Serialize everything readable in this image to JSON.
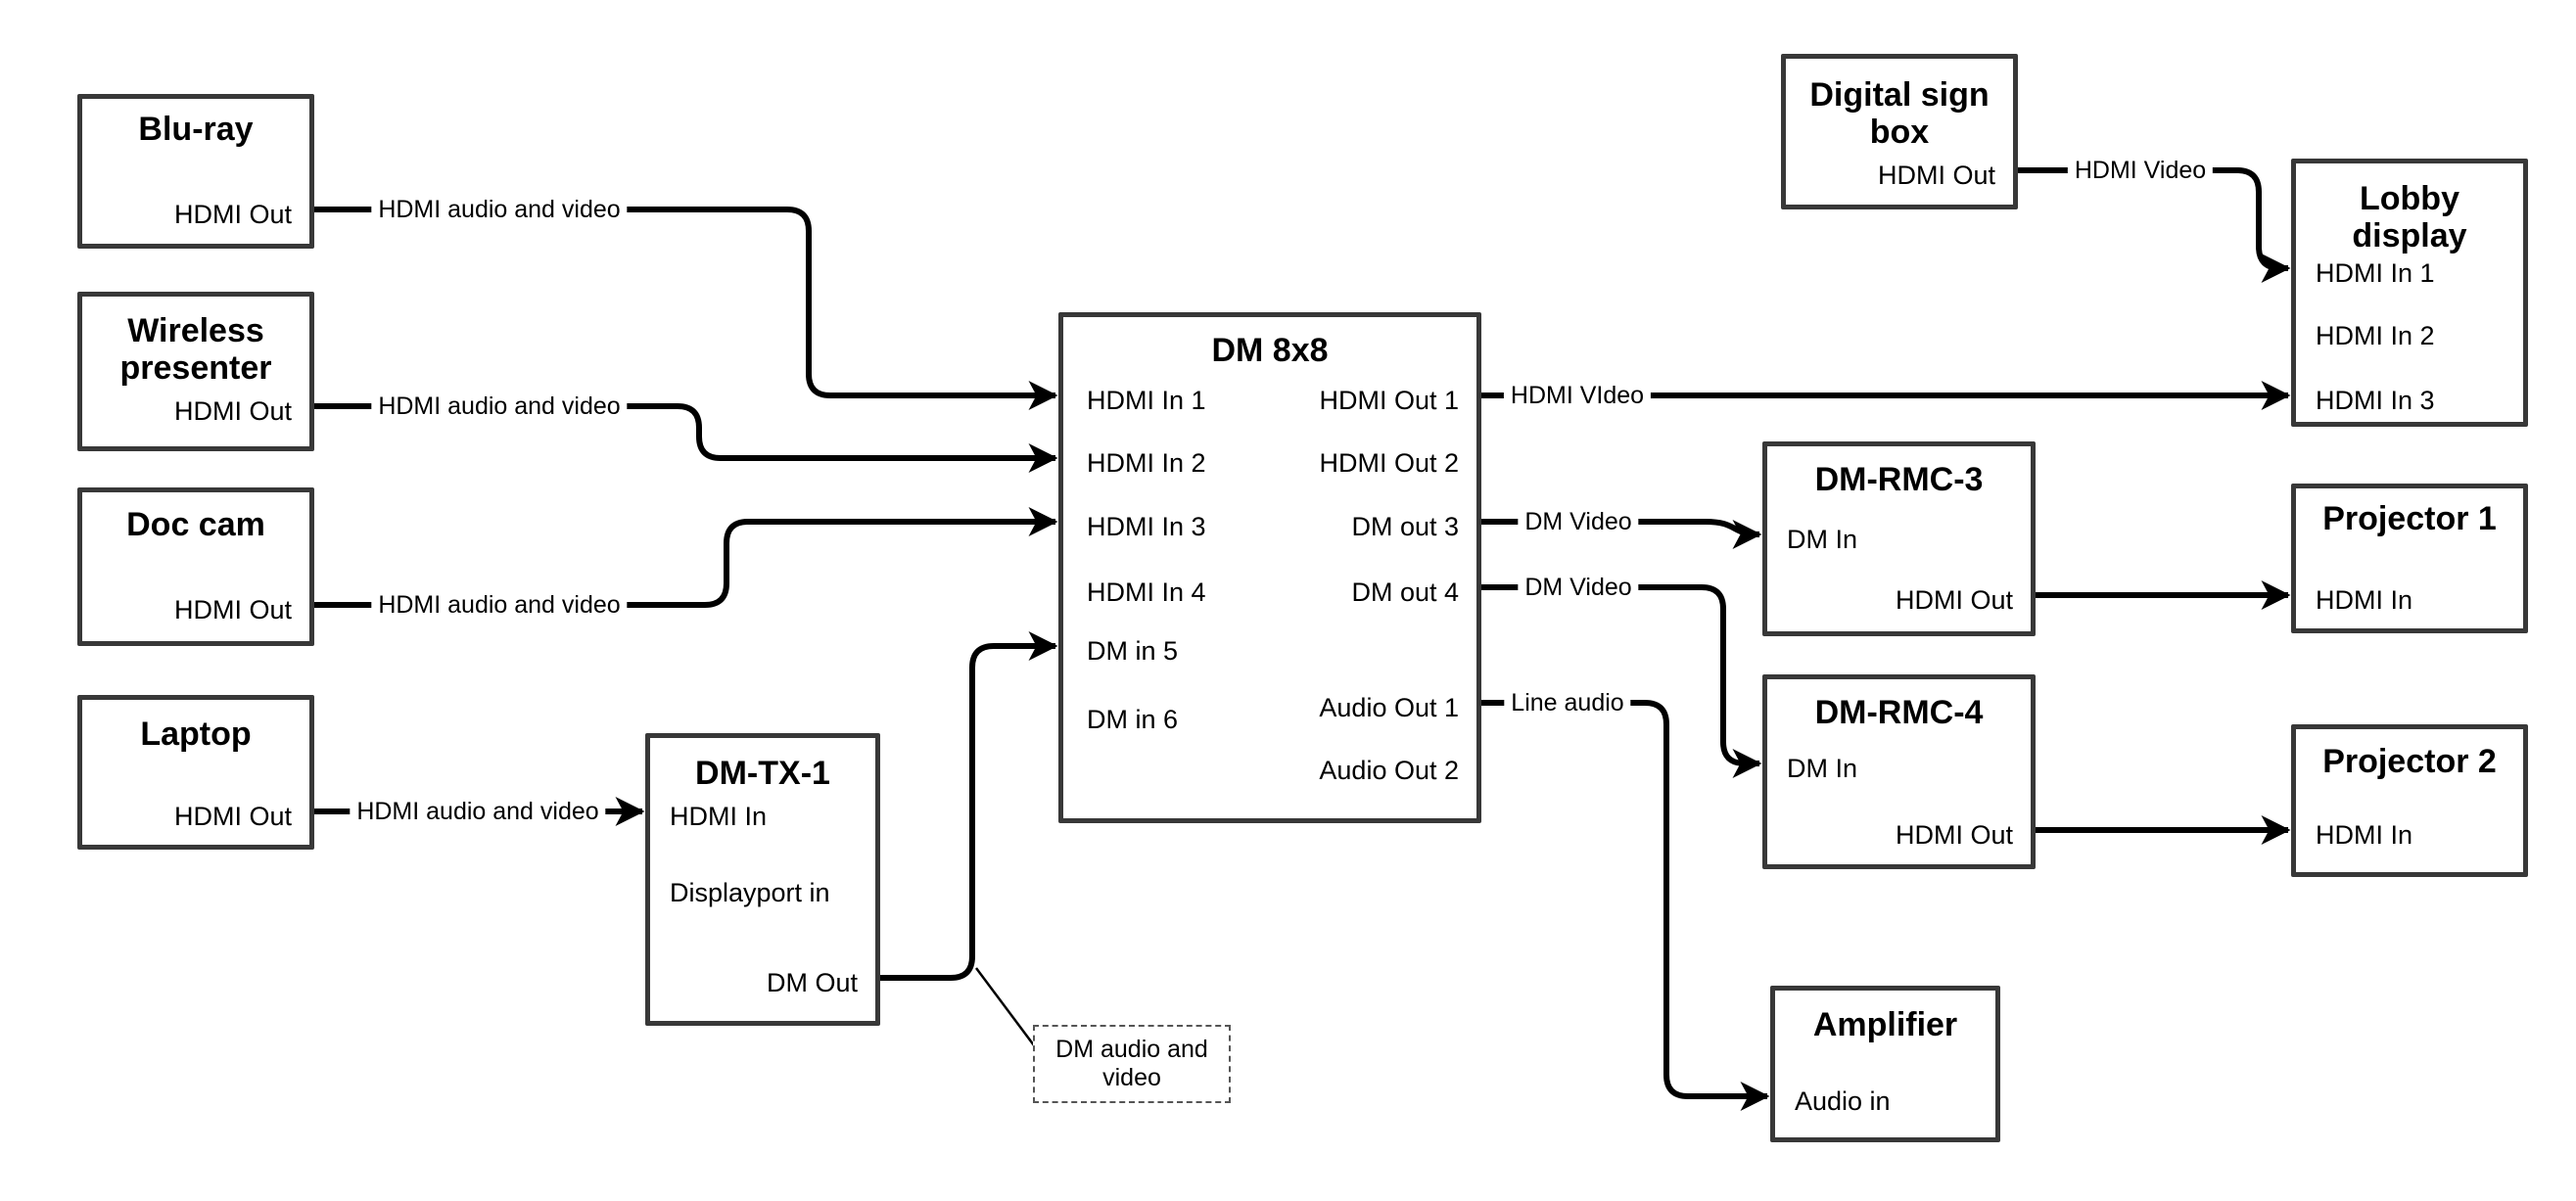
{
  "diagram": {
    "nodes": {
      "bluray": {
        "title": "Blu-ray",
        "port_hdmi_out": "HDMI Out"
      },
      "wireless": {
        "title": "Wireless presenter",
        "port_hdmi_out": "HDMI Out"
      },
      "doccam": {
        "title": "Doc cam",
        "port_hdmi_out": "HDMI Out"
      },
      "laptop": {
        "title": "Laptop",
        "port_hdmi_out": "HDMI Out"
      },
      "dmtx1": {
        "title": "DM-TX-1",
        "port_hdmi_in": "HDMI In",
        "port_dp_in": "Displayport in",
        "port_dm_out": "DM Out"
      },
      "dm8x8": {
        "title": "DM 8x8",
        "ports_left": [
          "HDMI In 1",
          "HDMI In 2",
          "HDMI In 3",
          "HDMI In 4",
          "DM in 5",
          "DM in 6"
        ],
        "ports_right": [
          "HDMI Out 1",
          "HDMI Out 2",
          "DM out 3",
          "DM out 4",
          "Audio Out 1",
          "Audio Out 2"
        ]
      },
      "signbox": {
        "title": "Digital sign box",
        "port_hdmi_out": "HDMI Out"
      },
      "lobby": {
        "title": "Lobby display",
        "ports": [
          "HDMI In 1",
          "HDMI In 2",
          "HDMI In 3"
        ]
      },
      "rmc3": {
        "title": "DM-RMC-3",
        "port_dm_in": "DM In",
        "port_hdmi_out": "HDMI Out"
      },
      "proj1": {
        "title": "Projector 1",
        "port_hdmi_in": "HDMI In"
      },
      "rmc4": {
        "title": "DM-RMC-4",
        "port_dm_in": "DM In",
        "port_hdmi_out": "HDMI Out"
      },
      "proj2": {
        "title": "Projector 2",
        "port_hdmi_in": "HDMI In"
      },
      "amp": {
        "title": "Amplifier",
        "port_audio_in": "Audio in"
      }
    },
    "edges": {
      "bluray_to_dm8x8": {
        "label": "HDMI audio and video"
      },
      "wireless_to_dm8x8": {
        "label": "HDMI audio and video"
      },
      "doccam_to_dm8x8": {
        "label": "HDMI audio and video"
      },
      "laptop_to_dmtx1": {
        "label": "HDMI audio and video"
      },
      "signbox_to_lobby": {
        "label": "HDMI Video"
      },
      "dm8x8_out1_to_lobby": {
        "label": "HDMI VIdeo"
      },
      "dm8x8_out3_to_rmc3": {
        "label": "DM Video"
      },
      "dm8x8_out4_to_rmc4": {
        "label": "DM Video"
      },
      "dm8x8_audio1_to_amp": {
        "label": "Line audio"
      }
    },
    "note": {
      "text": "DM audio and video"
    },
    "colors": {
      "line": "#000000",
      "box_border": "#383838",
      "text": "#000000",
      "background": "#ffffff"
    }
  }
}
